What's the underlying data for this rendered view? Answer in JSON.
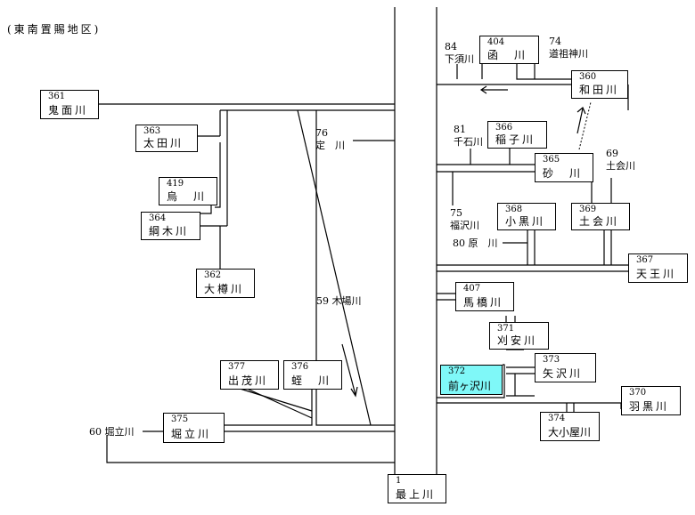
{
  "title": "(東南置賜地区)",
  "boxes": {
    "b361": {
      "num": "361",
      "name": "鬼面川"
    },
    "b363": {
      "num": "363",
      "name": "太田川"
    },
    "b419": {
      "num": "419",
      "name": "烏　川"
    },
    "b364": {
      "num": "364",
      "name": "綱木川"
    },
    "b362": {
      "num": "362",
      "name": "大樽川"
    },
    "b377": {
      "num": "377",
      "name": "出茂川"
    },
    "b376": {
      "num": "376",
      "name": "蛭　川"
    },
    "b375": {
      "num": "375",
      "name": "堀立川"
    },
    "b1": {
      "num": "1",
      "name": "最上川"
    },
    "b404": {
      "num": "404",
      "name": "函　川"
    },
    "b360": {
      "num": "360",
      "name": "和田川"
    },
    "b366": {
      "num": "366",
      "name": "稲子川"
    },
    "b365": {
      "num": "365",
      "name": "砂　川"
    },
    "b368": {
      "num": "368",
      "name": "小黒川"
    },
    "b369": {
      "num": "369",
      "name": "土会川"
    },
    "b367": {
      "num": "367",
      "name": "天王川"
    },
    "b407": {
      "num": "407",
      "name": "馬橋川"
    },
    "b371": {
      "num": "371",
      "name": "刈安川"
    },
    "b373": {
      "num": "373",
      "name": "矢沢川"
    },
    "b372": {
      "num": "372",
      "name": "前ヶ沢川"
    },
    "b370": {
      "num": "370",
      "name": "羽黒川"
    },
    "b374": {
      "num": "374",
      "name": "大小屋川"
    }
  },
  "labels": {
    "l76_num": "76",
    "l76_name": "定　川",
    "l59": "59 木場川",
    "l60": "60 堀立川",
    "l84_num": "84",
    "l84_name": "下須川",
    "l74_num": "74",
    "l74_name": "道祖神川",
    "l81_num": "81",
    "l81_name": "千石川",
    "l69_num": "69",
    "l69_name": "土会川",
    "l75_num": "75",
    "l75_name": "福沢川",
    "l80": "80 原　川"
  },
  "colors": {
    "highlight": "#7ff8f8",
    "line": "#000000"
  }
}
